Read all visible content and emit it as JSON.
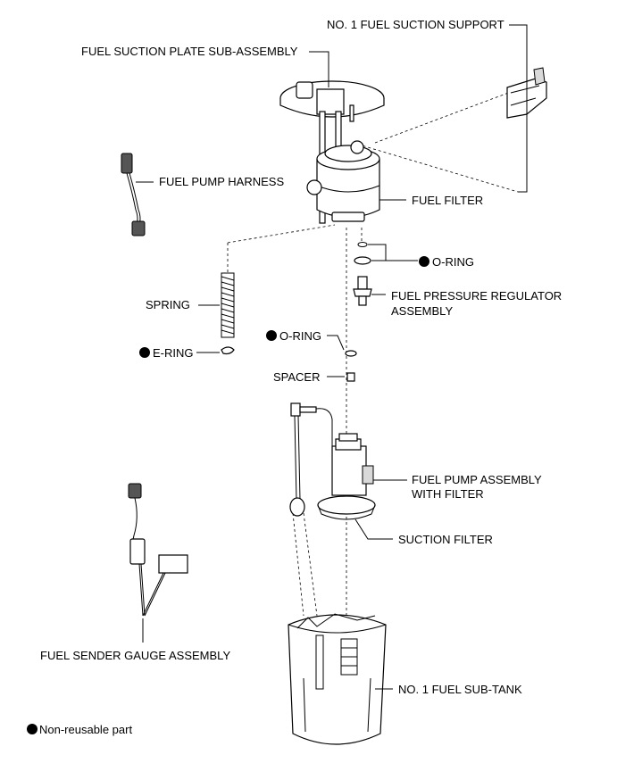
{
  "labels": {
    "support": "NO. 1 FUEL SUCTION SUPPORT",
    "plate": "FUEL SUCTION PLATE SUB-ASSEMBLY",
    "harness": "FUEL PUMP HARNESS",
    "filter": "FUEL FILTER",
    "oring_top": "O-RING",
    "regulator_1": "FUEL PRESSURE REGULATOR",
    "regulator_2": "ASSEMBLY",
    "spring": "SPRING",
    "oring_mid": "O-RING",
    "ering": "E-RING",
    "spacer": "SPACER",
    "pump_1": "FUEL PUMP ASSEMBLY",
    "pump_2": "WITH FILTER",
    "suction_filter": "SUCTION FILTER",
    "sender": "FUEL SENDER GAUGE ASSEMBLY",
    "subtank": "NO. 1 FUEL SUB-TANK"
  },
  "legend": {
    "text": "Non-reusable part"
  }
}
